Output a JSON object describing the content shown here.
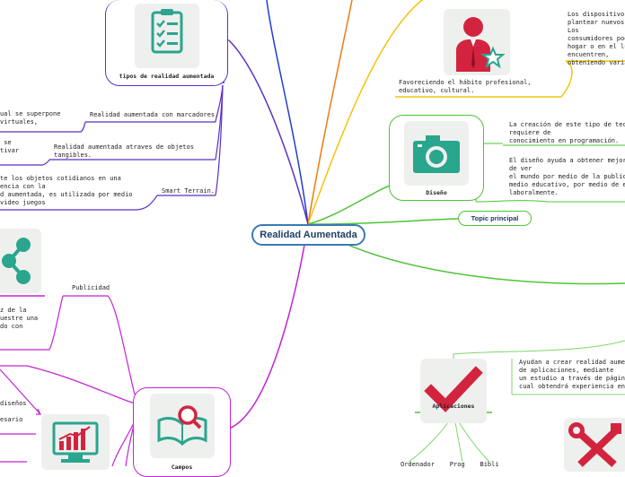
{
  "central_topic": "Realidad Aumentada",
  "floating_topic": "Topic principal",
  "nodes": {
    "tipos": {
      "label": "tipos de realidad aumentada",
      "icon": "checklist-icon",
      "color": "#2aa58e"
    },
    "diseno": {
      "label": "Diseño",
      "icon": "camera-icon",
      "color": "#2aa58e"
    },
    "aplicaciones": {
      "label": "Aplicaciones",
      "icon": "checkmark-icon",
      "color": "#d3243f"
    },
    "campos": {
      "label": "Campos",
      "icon": "book-search-icon",
      "color": "#2aa58e"
    },
    "publicidad": {
      "label": "Publicidad",
      "icon": "share-icon",
      "color": "#2aa58e"
    },
    "profesional": {
      "icon": "businessman-icon",
      "color": "#d3243f"
    },
    "herramientas": {
      "icon": "tools-icon",
      "color": "#d3243f"
    },
    "estadisticas": {
      "icon": "chart-icon",
      "color": "#2aa58e"
    }
  },
  "texts": {
    "marcadores_left": "ual se superpone\nvirtuales,",
    "marcadores": "Realidad aumentada con marcadores.",
    "tangibles_left": " se\ntivar",
    "tangibles": "Realidad aumentada atraves de objetos\ntangibles.",
    "terrain_left": "te los objetos cotidianos en una\nencia con la\nd aumentada, es utilizada por medio\nvideo juegos",
    "terrain": "Smart Terrain.",
    "publicidad_left": "z de la\nuestre una\ndo con",
    "diseno_left": "diseños\n\nesario",
    "profesional_caption": "Favoreciendo el hábito profesional,\neducativo, cultural.",
    "dispositivos": "Los dispositivos\nplantear nuevos,\nLos\nconsumidores pod\nhogar o en el lu\nencuentren,\nobteniendo varia",
    "diseno_tec": "La creación de este tipo de tecn\nrequiere de\nconocimiento en programación.",
    "diseno_mundo": "El diseño ayuda a obtener mejore\nde ver\nel mundo por medio de la publici\nmedio educativo, por medio de ev\nlaboralmente.",
    "ayudan": "Ayudan a crear realidad aument\nde aplicaciones, mediante\nun estudio a través de páginas\ncual obtendrá experiencia en e",
    "bottom_partial": "Ordenador    Prog    Bibli"
  }
}
